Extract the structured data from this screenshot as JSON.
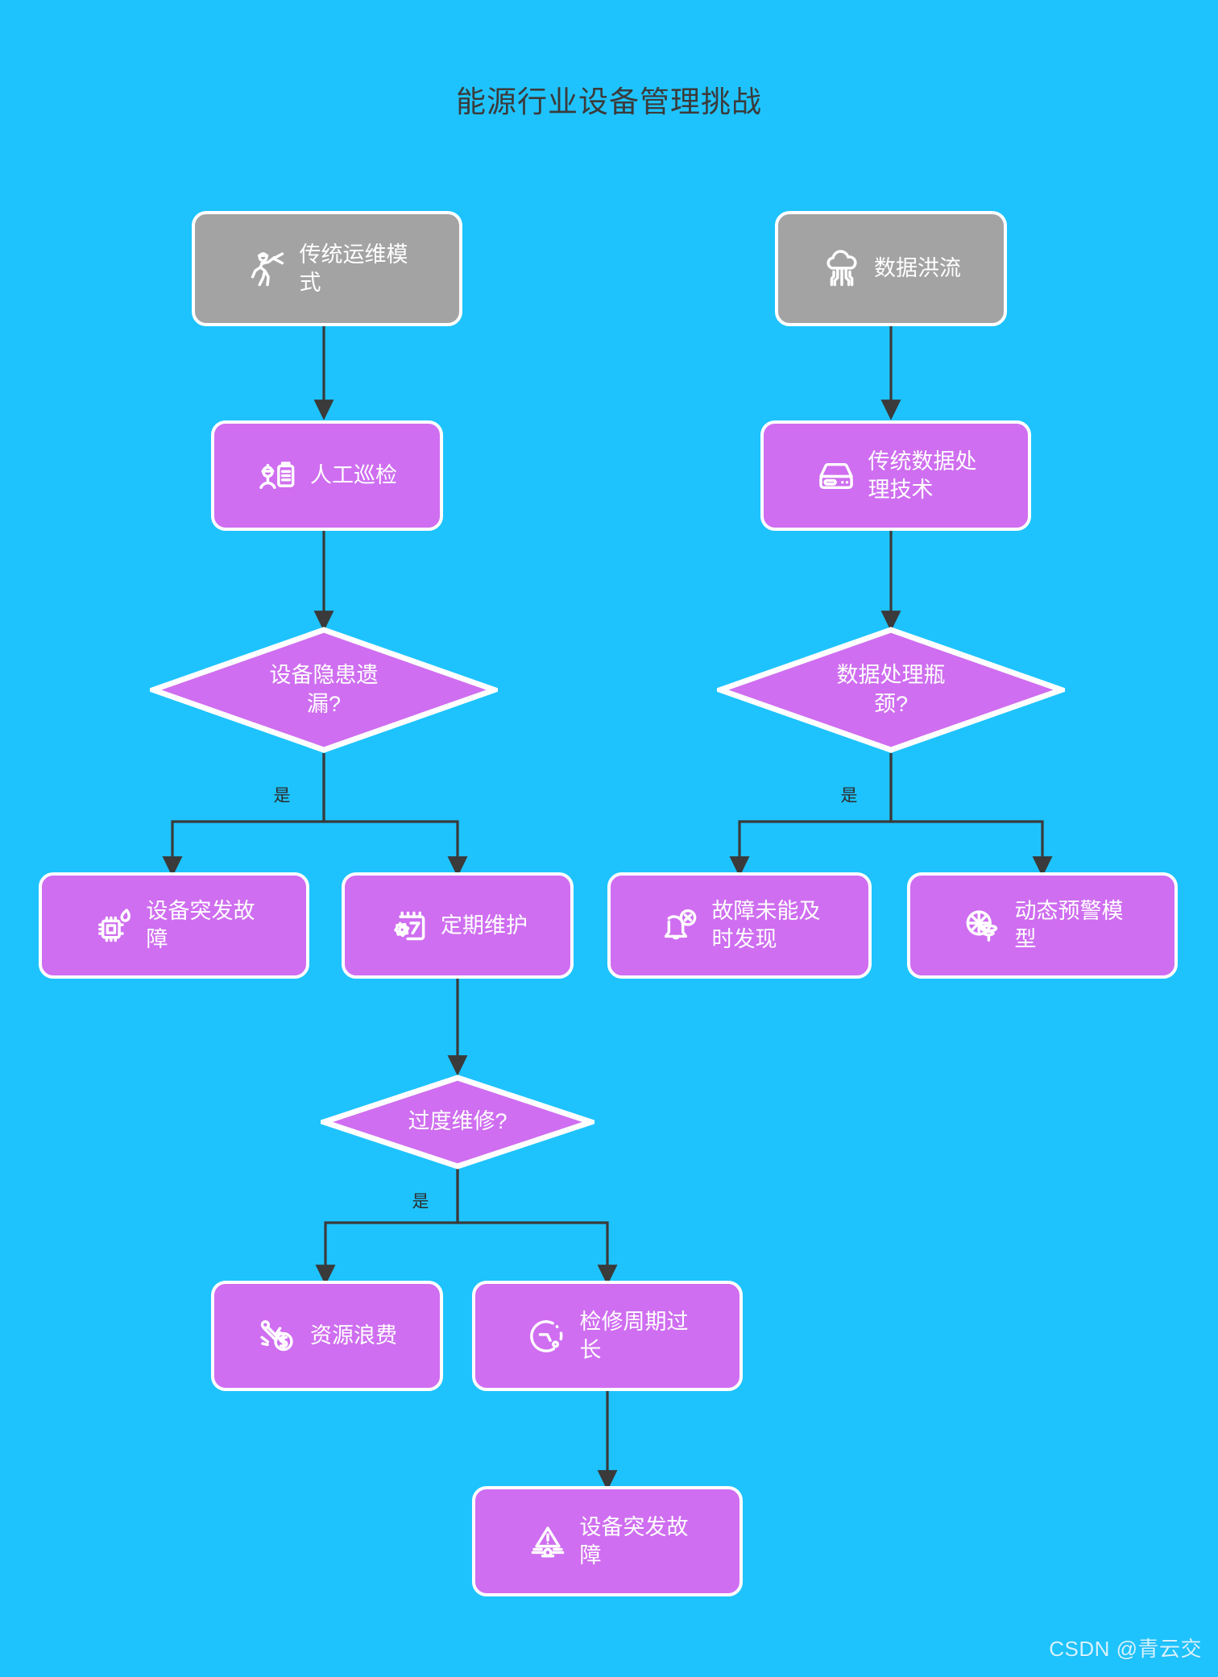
{
  "title": "能源行业设备管理挑战",
  "colors": {
    "background": "#1ec3fd",
    "gray_node": "#a3a3a3",
    "purple_node": "#cf6ef0",
    "node_border": "#ffffff",
    "node_text": "#ffffff",
    "edge_line": "#3a3a3a",
    "title_text": "#3b3b3b"
  },
  "nodes": {
    "traditional_ops": {
      "label": "传统运维模\n式",
      "icon": "worker-running-icon",
      "shape": "rounded-rect",
      "fill": "gray"
    },
    "data_flood": {
      "label": "数据洪流",
      "icon": "cloud-data-icon",
      "shape": "rounded-rect",
      "fill": "gray"
    },
    "manual_inspection": {
      "label": "人工巡检",
      "icon": "worker-clipboard-icon",
      "shape": "rounded-rect",
      "fill": "purple"
    },
    "traditional_data_tech": {
      "label": "传统数据处\n理技术",
      "icon": "server-database-icon",
      "shape": "rounded-rect",
      "fill": "purple"
    },
    "hidden_danger_missed": {
      "label": "设备隐患遗\n漏?",
      "shape": "diamond",
      "fill": "purple"
    },
    "data_bottleneck": {
      "label": "数据处理瓶\n颈?",
      "shape": "diamond",
      "fill": "purple"
    },
    "sudden_failure_left": {
      "label": "设备突发故\n障",
      "icon": "chip-flame-icon",
      "shape": "rounded-rect",
      "fill": "purple"
    },
    "regular_maintenance": {
      "label": "定期维护",
      "icon": "calendar-gear-icon",
      "shape": "rounded-rect",
      "fill": "purple"
    },
    "failure_not_found": {
      "label": "故障未能及\n时发现",
      "icon": "bell-off-icon",
      "shape": "rounded-rect",
      "fill": "purple"
    },
    "dynamic_warning_model": {
      "label": "动态预警模\n型",
      "icon": "radar-tornado-icon",
      "shape": "rounded-rect",
      "fill": "purple"
    },
    "over_maintenance": {
      "label": "过度维修?",
      "shape": "diamond",
      "fill": "purple"
    },
    "resource_waste": {
      "label": "资源浪费",
      "icon": "money-energy-icon",
      "shape": "rounded-rect",
      "fill": "purple"
    },
    "long_maintenance_cycle": {
      "label": "检修周期过\n长",
      "icon": "dashed-clock-icon",
      "shape": "rounded-rect",
      "fill": "purple"
    },
    "sudden_failure_bottom": {
      "label": "设备突发故\n障",
      "icon": "warning-valve-icon",
      "shape": "rounded-rect",
      "fill": "purple"
    }
  },
  "edge_labels": {
    "hidden_danger_yes": "是",
    "data_bottleneck_yes": "是",
    "over_maintenance_yes": "是"
  },
  "watermark": "CSDN @青云交",
  "chart_data": {
    "type": "flowchart",
    "title": "能源行业设备管理挑战",
    "nodes": [
      {
        "id": "traditional_ops",
        "label": "传统运维模式",
        "shape": "rounded-rect",
        "fill": "#a3a3a3"
      },
      {
        "id": "data_flood",
        "label": "数据洪流",
        "shape": "rounded-rect",
        "fill": "#a3a3a3"
      },
      {
        "id": "manual_inspection",
        "label": "人工巡检",
        "shape": "rounded-rect",
        "fill": "#cf6ef0"
      },
      {
        "id": "traditional_data_tech",
        "label": "传统数据处理技术",
        "shape": "rounded-rect",
        "fill": "#cf6ef0"
      },
      {
        "id": "hidden_danger_missed",
        "label": "设备隐患遗漏?",
        "shape": "diamond",
        "fill": "#cf6ef0"
      },
      {
        "id": "data_bottleneck",
        "label": "数据处理瓶颈?",
        "shape": "diamond",
        "fill": "#cf6ef0"
      },
      {
        "id": "sudden_failure_left",
        "label": "设备突发故障",
        "shape": "rounded-rect",
        "fill": "#cf6ef0"
      },
      {
        "id": "regular_maintenance",
        "label": "定期维护",
        "shape": "rounded-rect",
        "fill": "#cf6ef0"
      },
      {
        "id": "failure_not_found",
        "label": "故障未能及时发现",
        "shape": "rounded-rect",
        "fill": "#cf6ef0"
      },
      {
        "id": "dynamic_warning_model",
        "label": "动态预警模型",
        "shape": "rounded-rect",
        "fill": "#cf6ef0"
      },
      {
        "id": "over_maintenance",
        "label": "过度维修?",
        "shape": "diamond",
        "fill": "#cf6ef0"
      },
      {
        "id": "resource_waste",
        "label": "资源浪费",
        "shape": "rounded-rect",
        "fill": "#cf6ef0"
      },
      {
        "id": "long_maintenance_cycle",
        "label": "检修周期过长",
        "shape": "rounded-rect",
        "fill": "#cf6ef0"
      },
      {
        "id": "sudden_failure_bottom",
        "label": "设备突发故障",
        "shape": "rounded-rect",
        "fill": "#cf6ef0"
      }
    ],
    "edges": [
      {
        "from": "traditional_ops",
        "to": "manual_inspection",
        "label": ""
      },
      {
        "from": "manual_inspection",
        "to": "hidden_danger_missed",
        "label": ""
      },
      {
        "from": "hidden_danger_missed",
        "to": "sudden_failure_left",
        "label": "是"
      },
      {
        "from": "hidden_danger_missed",
        "to": "regular_maintenance",
        "label": ""
      },
      {
        "from": "regular_maintenance",
        "to": "over_maintenance",
        "label": ""
      },
      {
        "from": "over_maintenance",
        "to": "resource_waste",
        "label": "是"
      },
      {
        "from": "over_maintenance",
        "to": "long_maintenance_cycle",
        "label": ""
      },
      {
        "from": "long_maintenance_cycle",
        "to": "sudden_failure_bottom",
        "label": ""
      },
      {
        "from": "data_flood",
        "to": "traditional_data_tech",
        "label": ""
      },
      {
        "from": "traditional_data_tech",
        "to": "data_bottleneck",
        "label": ""
      },
      {
        "from": "data_bottleneck",
        "to": "failure_not_found",
        "label": "是"
      },
      {
        "from": "data_bottleneck",
        "to": "dynamic_warning_model",
        "label": ""
      }
    ]
  }
}
